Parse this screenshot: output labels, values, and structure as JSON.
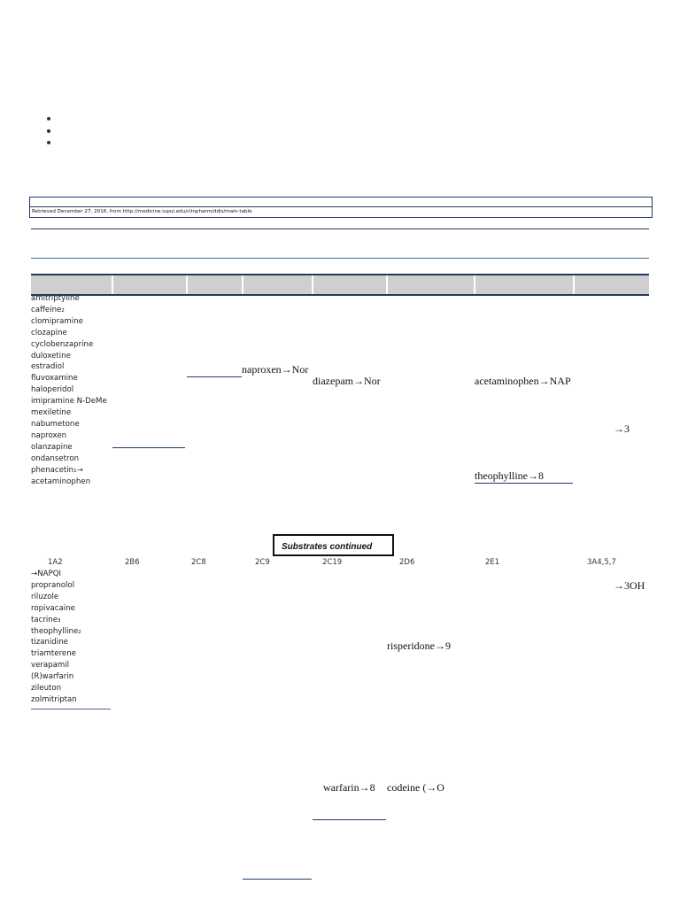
{
  "bullets": [
    "",
    "",
    ""
  ],
  "citation": "Retrieved December 27, 2016, from http://medicine.iupui.edu/clinpharm/ddis/main-table",
  "table1": {
    "col_1A2_items": [
      "amitriptyline",
      "caffeine₂",
      "clomipramine",
      "clozapine",
      "cyclobenzaprine",
      "duloxetine",
      "estradiol",
      "fluvoxamine",
      "haloperidol",
      "imipramine N-DeMe",
      "mexiletine",
      "nabumetone",
      "naproxen",
      "olanzapine",
      "ondansetron",
      "phenacetin₁→",
      "acetaminophen"
    ],
    "col_2C9_item": "naproxen→Nor",
    "col_2C19_item": "diazepam→Nor",
    "col_2E1_items": [
      "acetaminophen→NAP",
      "theophylline→8"
    ],
    "col_3A4_item": "→3"
  },
  "section_label": "Substrates continued",
  "table2": {
    "headers": [
      "1A2",
      "2B6",
      "2C8",
      "2C9",
      "2C19",
      "2D6",
      "2E1",
      "3A4,5,7"
    ],
    "col_1A2_items": [
      "→NAPQI",
      "propranolol",
      "riluzole",
      "ropivacaine",
      "tacrine₃",
      "theophylline₂",
      "tizanidine",
      "triamterene",
      "verapamil",
      "(R)warfarin",
      "zileuton",
      "zolmitriptan"
    ],
    "col_3A4_item": "→3OH",
    "col_2D6_items": [
      "risperidone→9",
      "codeine (→O"
    ],
    "col_2C19_item": "warfarin→8"
  }
}
